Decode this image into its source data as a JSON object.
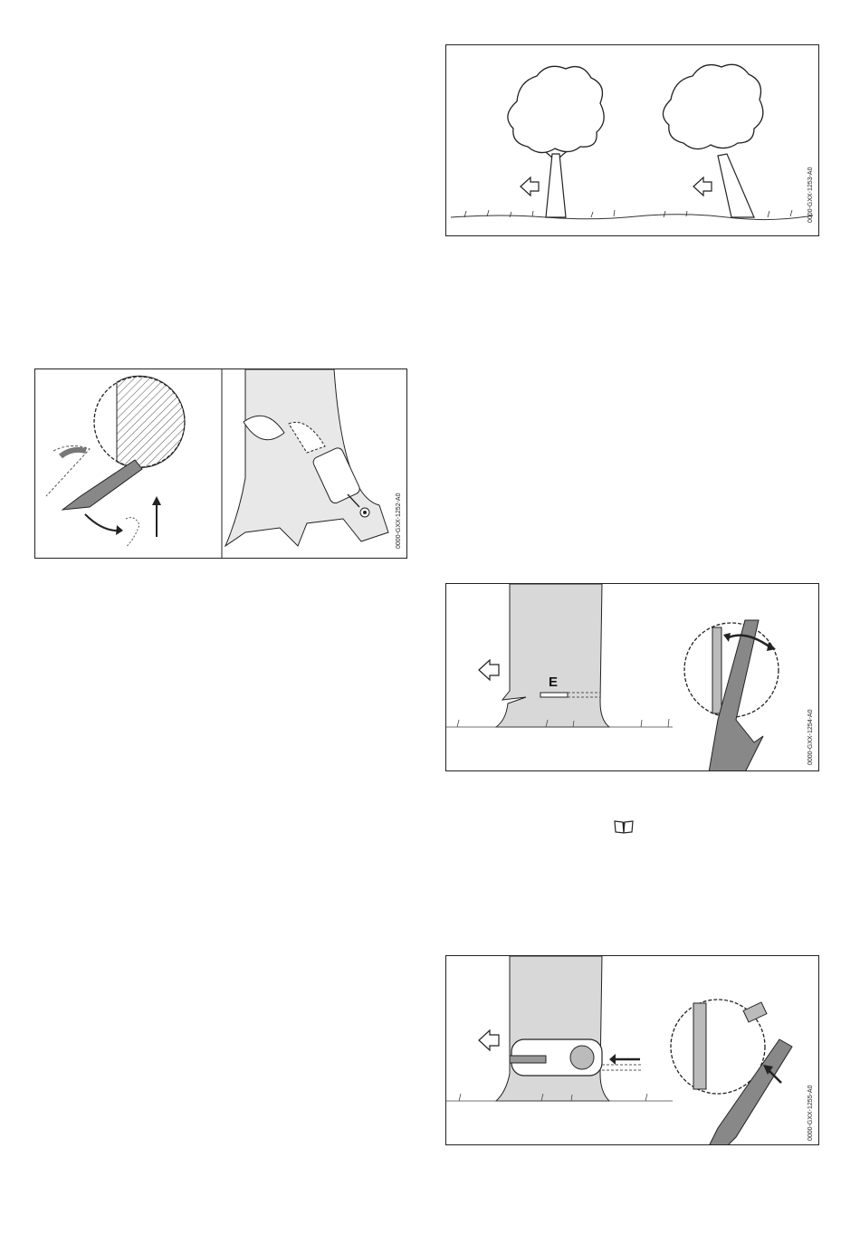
{
  "figures": {
    "fig1253": {
      "code": "0000-GXX-1253-A0"
    },
    "fig1252": {
      "code": "0000-GXX-1252-A0"
    },
    "fig1254": {
      "code": "0000-GXX-1254-A0",
      "label": "E"
    },
    "fig1255": {
      "code": "0000-GXX-1255-A0"
    }
  },
  "icons": {
    "manual": "book-icon"
  }
}
